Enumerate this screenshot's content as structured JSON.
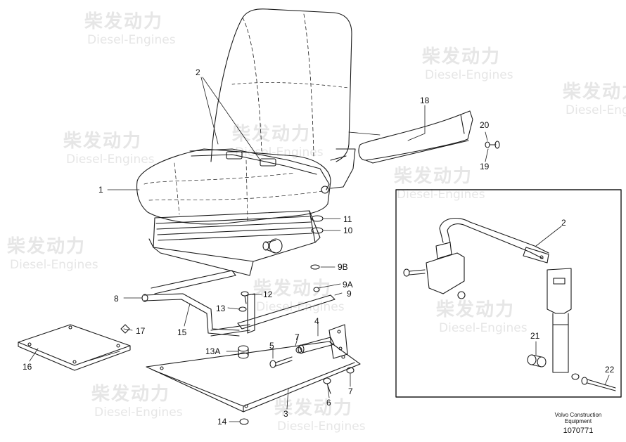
{
  "watermark": {
    "company_cn": "柴发动力",
    "company_en": "Diesel-Engines"
  },
  "callouts": {
    "c1": "1",
    "c2_main": "2",
    "c2_inset": "2",
    "c3": "3",
    "c4": "4",
    "c5": "5",
    "c6": "6",
    "c7a": "7",
    "c7b": "7",
    "c8": "8",
    "c9": "9",
    "c9a": "9A",
    "c9b": "9B",
    "c10": "10",
    "c11": "11",
    "c12": "12",
    "c13": "13",
    "c13a": "13A",
    "c14": "14",
    "c15": "15",
    "c16": "16",
    "c17": "17",
    "c18": "18",
    "c19": "19",
    "c20": "20",
    "c21": "21",
    "c22": "22"
  },
  "caption": {
    "line1": "Volvo Construction",
    "line2": "Equipment",
    "drawing_number": "1070771"
  }
}
